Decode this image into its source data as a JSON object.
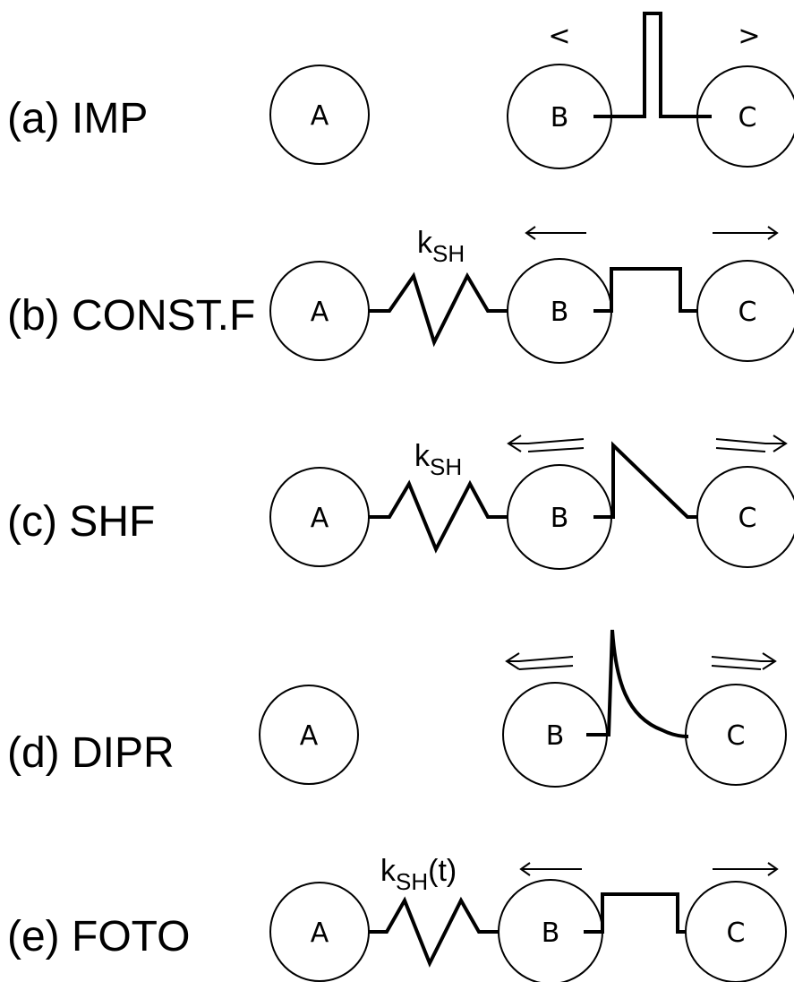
{
  "rows": [
    {
      "label": "(a) IMP",
      "circles": [
        "A",
        "B",
        "C"
      ],
      "spring_label": null,
      "arrow_left": "<",
      "arrow_right": ">"
    },
    {
      "label": "(b) CONST.F",
      "circles": [
        "A",
        "B",
        "C"
      ],
      "spring_label": "k",
      "spring_sub": "SH",
      "spring_suffix": ""
    },
    {
      "label": "(c) SHF",
      "circles": [
        "A",
        "B",
        "C"
      ],
      "spring_label": "k",
      "spring_sub": "SH",
      "spring_suffix": ""
    },
    {
      "label": "(d) DIPR",
      "circles": [
        "A",
        "B",
        "C"
      ],
      "spring_label": null
    },
    {
      "label": "(e) FOTO",
      "circles": [
        "A",
        "B",
        "C"
      ],
      "spring_label": "k",
      "spring_sub": "SH",
      "spring_suffix": "(t)"
    }
  ]
}
